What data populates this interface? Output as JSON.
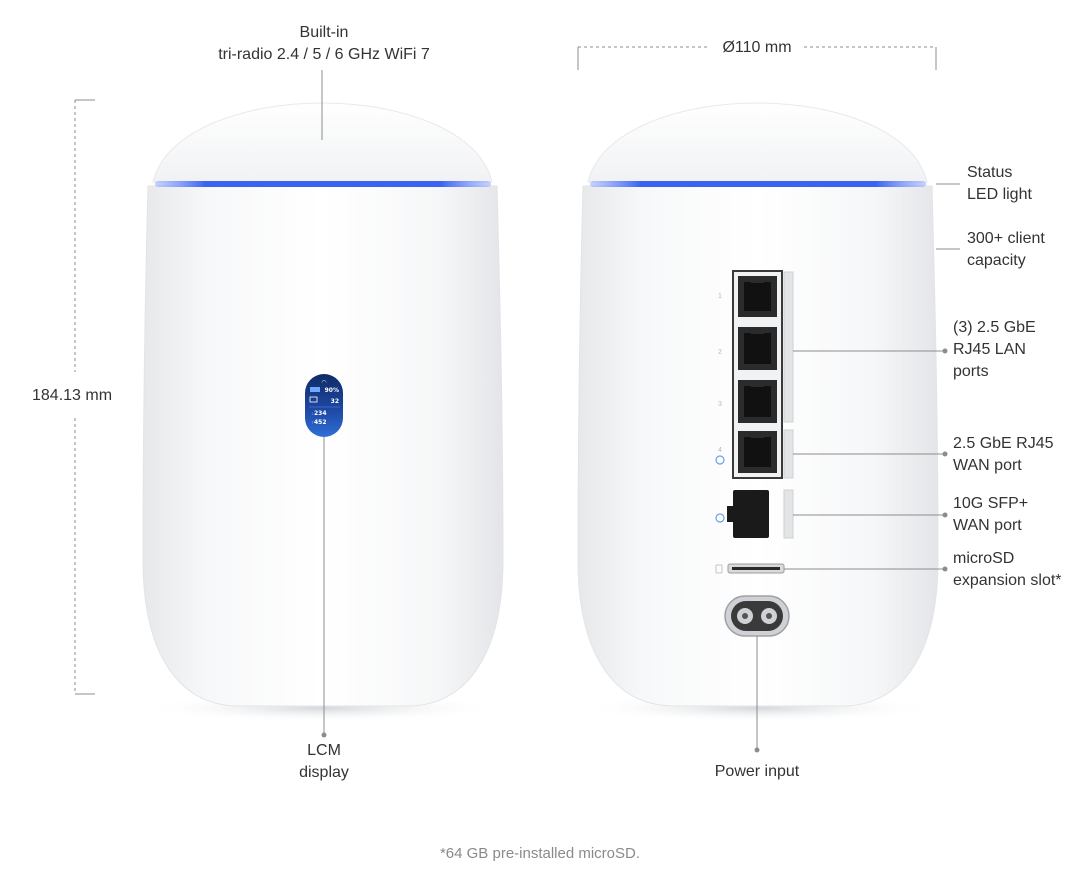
{
  "callouts": {
    "wifi": [
      "Built-in",
      "tri-radio 2.4 / 5 / 6 GHz WiFi 7"
    ],
    "diameter": "Ø110 mm",
    "height": "184.13 mm",
    "status_led": [
      "Status",
      "LED light"
    ],
    "client_capacity": [
      "300+ client",
      "capacity"
    ],
    "lan_ports": [
      "(3) 2.5 GbE",
      "RJ45 LAN",
      "ports"
    ],
    "wan_rj45": [
      "2.5 GbE RJ45",
      "WAN port"
    ],
    "sfp": [
      "10G SFP+",
      "WAN port"
    ],
    "microsd": [
      "microSD",
      "expansion slot*"
    ],
    "lcm": [
      "LCM",
      "display"
    ],
    "power": "Power input"
  },
  "footnote": "*64 GB pre-installed microSD.",
  "lcm_screen": {
    "pct": "90%",
    "count": "32",
    "down": "234",
    "up": "452"
  },
  "port_numbers": [
    "1",
    "2",
    "3",
    "4"
  ],
  "colors": {
    "led": "#3b63f0",
    "device": "#f6f7f8",
    "line": "#8c8c8c",
    "screen": "#1c3f8f"
  }
}
